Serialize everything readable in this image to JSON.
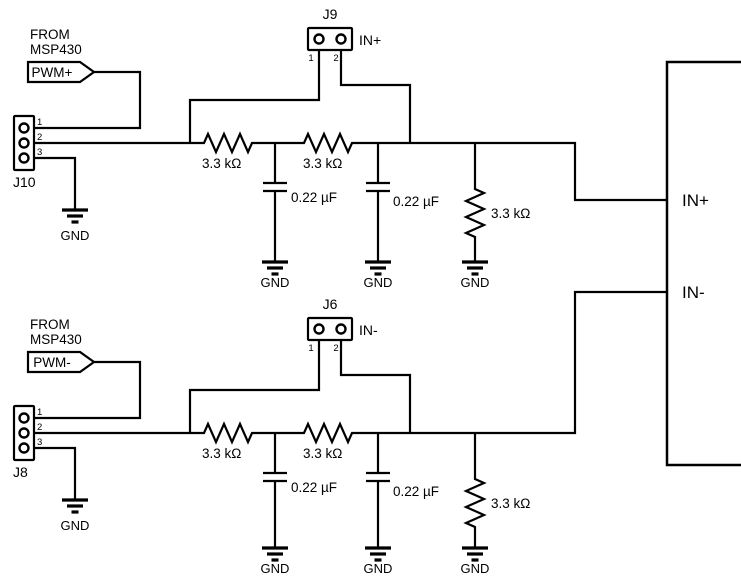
{
  "diagram": {
    "background": "#ffffff",
    "line_color": "#000000"
  },
  "amplifier_box": {
    "in_plus": "IN+",
    "in_minus": "IN-"
  },
  "top": {
    "source": {
      "line1": "FROM",
      "line2": "MSP430"
    },
    "flag": "PWM+",
    "connector": {
      "name": "J10",
      "pins": [
        "1",
        "2",
        "3"
      ]
    },
    "jumper": {
      "name": "J9",
      "net": "IN+",
      "pins": [
        "1",
        "2"
      ]
    },
    "r1": "3.3 kΩ",
    "r2": "3.3 kΩ",
    "r3": "3.3 kΩ",
    "c1": "0.22 µF",
    "c2": "0.22 µF",
    "gnd": "GND"
  },
  "bottom": {
    "source": {
      "line1": "FROM",
      "line2": "MSP430"
    },
    "flag": "PWM-",
    "connector": {
      "name": "J8",
      "pins": [
        "1",
        "2",
        "3"
      ]
    },
    "jumper": {
      "name": "J6",
      "net": "IN-",
      "pins": [
        "1",
        "2"
      ]
    },
    "r1": "3.3 kΩ",
    "r2": "3.3 kΩ",
    "r3": "3.3 kΩ",
    "c1": "0.22 µF",
    "c2": "0.22 µF",
    "gnd": "GND"
  }
}
